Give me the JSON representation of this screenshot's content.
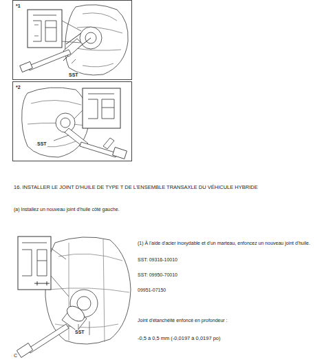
{
  "diagram": {
    "title": "16. INSTALLER LE JOINT D'HUILE DE TYPE T DE L'ENSEMBLE TRANSAXLE DU VÉHICULE HYBRIDE",
    "nodes": [
      {
        "text": [
          "*1",
          "SST"
        ]
      },
      {
        "text": [
          "*2",
          "SST"
        ]
      }
    ],
    "labels": [
      "(a) Installez un nouveau joint d'huile côté gauche.",
      "(1) À l'aide d'acier inoxydable et d'un marteau, enfoncez un nouveau joint d'huile.",
      "SST: 09316-10010",
      "SST: 09950-70010",
      "09951-07150",
      "Joint d'étanchéité enfoncé en profondeur :",
      "-0,5 à 0,5 mm (-0,0197 à 0,0197 po)",
      "SST",
      "C"
    ]
  }
}
